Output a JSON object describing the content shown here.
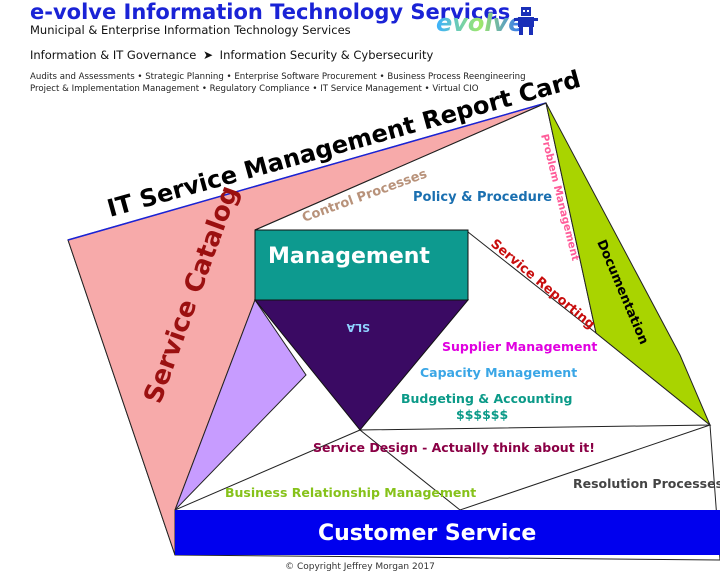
{
  "header": {
    "brand": "e-volve Information Technology Services",
    "tagline": "Municipal & Enterprise Information Technology Services",
    "focus_left": "Information & IT Governance",
    "focus_right": "Information Security & Cybersecurity",
    "services_line1": "Audits and Assessments • Strategic Planning • Enterprise Software Procurement • Business Process Reengineering",
    "services_line2": "Project & Implementation  Management • Regulatory Compliance • IT Service Management • Virtual CIO",
    "logo_text": "evolve"
  },
  "diagram": {
    "title": "IT Service Management Report Card",
    "service_catalog": "Service Catalog",
    "control_processes": "Control Processes",
    "policy_procedure": "Policy & Procedure",
    "problem_management": "Problem Management",
    "documentation": "Documentation",
    "management": "Management",
    "sla": "SLA",
    "service_reporting": "Service Reporting",
    "supplier_management": "Supplier Management",
    "capacity_management": "Capacity Management",
    "budgeting_accounting": "Budgeting & Accounting",
    "dollars": "$$$$$$",
    "service_design": "Service Design - Actually think about it!",
    "resolution_processes": "Resolution Processes",
    "business_relationship": "Business Relationship Management",
    "customer_service": "Customer Service"
  },
  "colors": {
    "brand_blue": "#1a23d6",
    "service_catalog_fill": "#f7aaaa",
    "documentation_fill": "#a9d400",
    "management_fill": "#0d9a8f",
    "sla_fill": "#3a0a63",
    "purple_fill": "#c79cff",
    "customer_service_fill": "#0000ee"
  },
  "copyright": "© Copyright Jeffrey Morgan 2017"
}
